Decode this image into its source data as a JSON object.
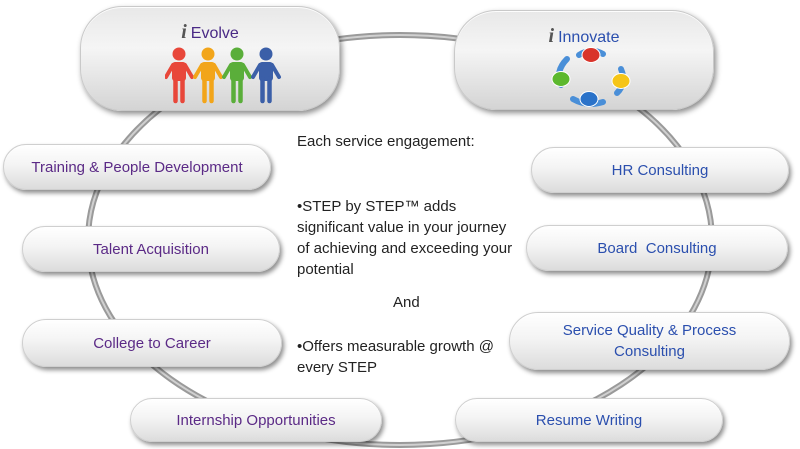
{
  "top_boxes": {
    "evolve": {
      "i_mark": "i",
      "title": "Evolve",
      "icon": "people-holding-hands-icon"
    },
    "innovate": {
      "i_mark": "i",
      "title": "Innovate",
      "icon": "cycle-arrows-icon"
    }
  },
  "left_items": [
    "Training & People Development",
    "Talent Acquisition",
    "College to Career",
    "Internship Opportunities"
  ],
  "right_items": [
    "HR Consulting",
    "Board  Consulting",
    "Service Quality & Process Consulting",
    "Resume Writing"
  ],
  "center": {
    "heading": "Each service engagement:",
    "point1_lines": [
      "•STEP by STEP™ adds",
      "significant value in your journey",
      "of achieving and exceeding your",
      "potential"
    ],
    "and": "And",
    "point2_lines": [
      "•Offers measurable growth @",
      "every STEP"
    ]
  },
  "colors": {
    "left_text": "#5b2a86",
    "right_text": "#2b4fae",
    "ring": "#888888",
    "people": [
      "#e8473a",
      "#f2a51a",
      "#5aae3a",
      "#3b5fa8"
    ],
    "cycle": [
      "#d9342b",
      "#f5c518",
      "#5cb82e",
      "#2a72c9"
    ]
  }
}
